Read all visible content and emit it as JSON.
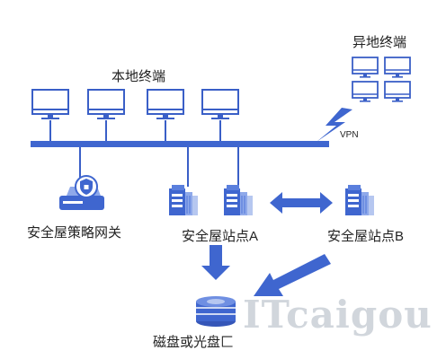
{
  "labels": {
    "local_terminals": "本地终端",
    "remote_terminals": "异地终端",
    "vpn": "VPN",
    "gateway": "安全屋策略网关",
    "site_a": "安全屋站点A",
    "site_b": "安全屋站点B",
    "storage": "磁盘或光盘匚"
  },
  "watermark": "ITcaigou",
  "colors": {
    "primary": "#4a72d6",
    "primary_dark": "#3556b8",
    "monitor_stroke": "#3a5fc7",
    "text": "#222222"
  }
}
